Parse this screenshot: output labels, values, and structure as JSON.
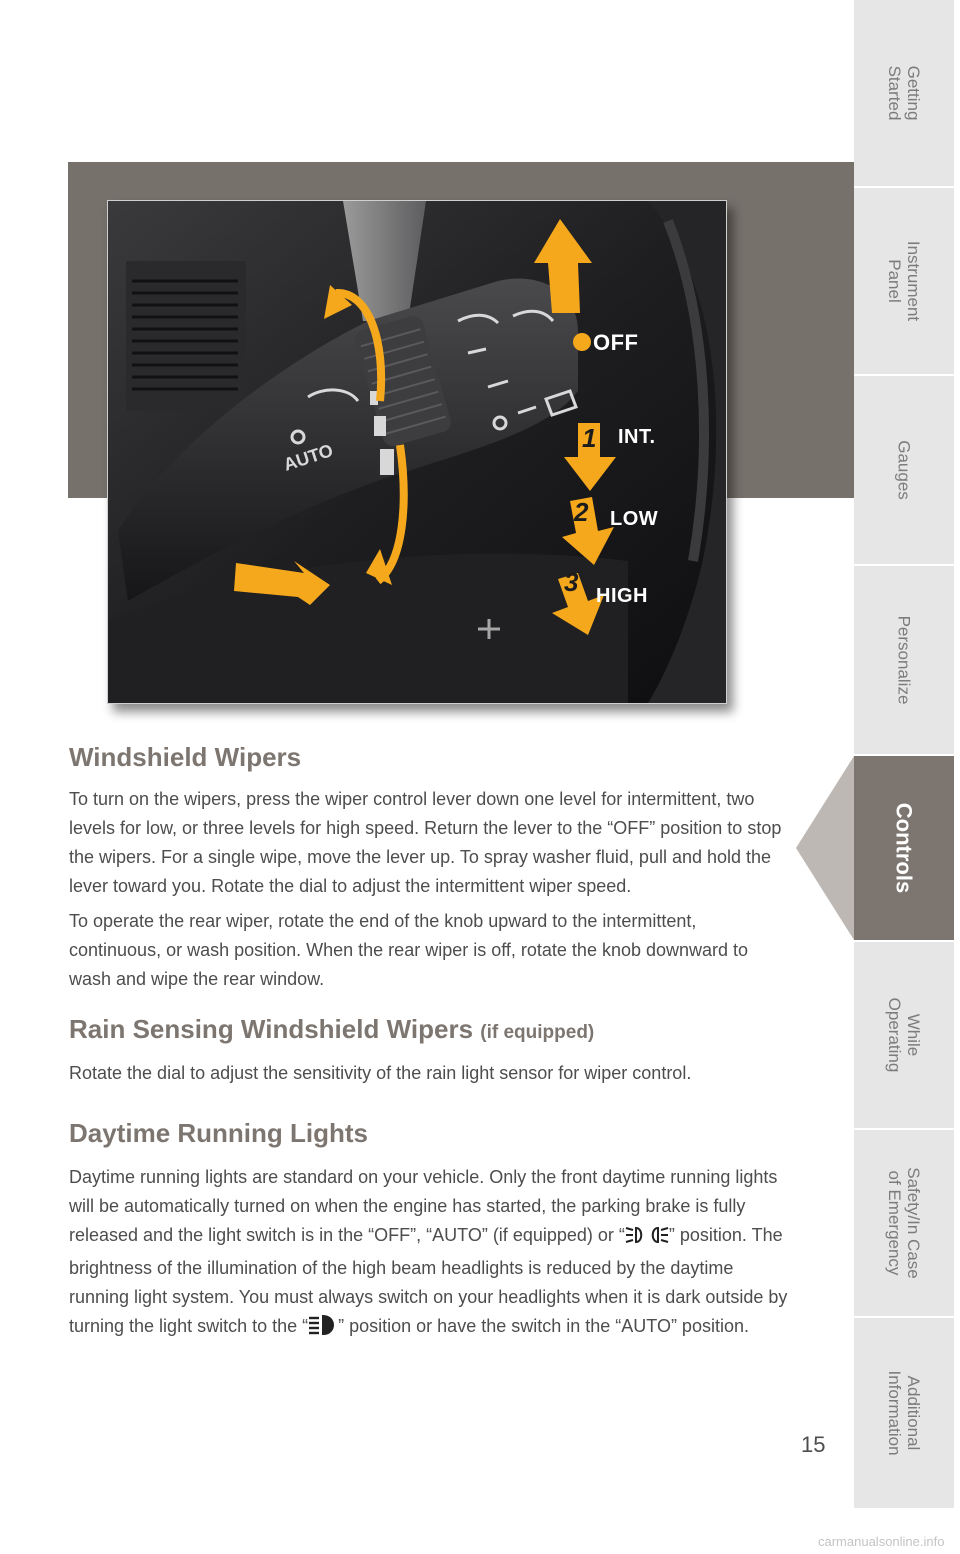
{
  "figure": {
    "label_off": "OFF",
    "label_int": "INT.",
    "label_low": "LOW",
    "label_high": "HIGH",
    "num_1": "1",
    "num_2": "2",
    "num_3": "3",
    "lever_text_auto": "AUTO",
    "accent_color": "#f5a81c"
  },
  "sections": {
    "wipers_title": "Windshield Wipers",
    "wipers_p1": "To turn on the wipers, press the wiper control lever down one level for intermittent, two levels for low, or three levels for high speed. Return the lever to the “OFF” position to stop the wipers. For a single wipe, move the lever up. To spray washer fluid, pull and hold the lever toward you. Rotate the dial to adjust the intermittent wiper speed.",
    "wipers_p2": "To operate the rear wiper, rotate the end of the knob upward to the intermittent, continuous, or wash position. When the rear wiper is off, rotate the knob downward to wash and wipe the rear window.",
    "rain_title": "Rain Sensing Windshield Wipers",
    "rain_title_suffix": "(if equipped)",
    "rain_p": "Rotate the dial to adjust the sensitivity of the rain light sensor for wiper control.",
    "drl_title": "Daytime Running Lights",
    "drl_p_a": "Daytime running lights are standard on your vehicle. Only the front daytime running lights will be automatically turned on when the engine has started, the parking brake is fully released and the light switch is in the “OFF”, “AUTO” (if equipped) or “",
    "drl_p_b": "” position. The brightness of the illumination of the high beam headlights is reduced by the daytime running light system. You must always switch on your headlights when it is dark outside by turning the light switch to the “",
    "drl_p_c": "” position or have the switch in the “AUTO” position.",
    "icon_parking_lights": "parking-lights-icon",
    "icon_headlights": "headlights-icon"
  },
  "tabs": [
    {
      "label": "Getting\nStarted",
      "active": false
    },
    {
      "label": "Instrument\nPanel",
      "active": false
    },
    {
      "label": "Gauges",
      "active": false
    },
    {
      "label": "Personalize",
      "active": false
    },
    {
      "label": "Controls",
      "active": true
    },
    {
      "label": "While\nOperating",
      "active": false
    },
    {
      "label": "Safety/In Case\nof Emergency",
      "active": false
    },
    {
      "label": "Additional\nInformation",
      "active": false
    }
  ],
  "page_number": "15",
  "watermark": "carmanualsonline.info",
  "colors": {
    "heading": "#7d7670",
    "active_tab": "#7d7670",
    "inactive_tab": "#e6e6e6"
  }
}
